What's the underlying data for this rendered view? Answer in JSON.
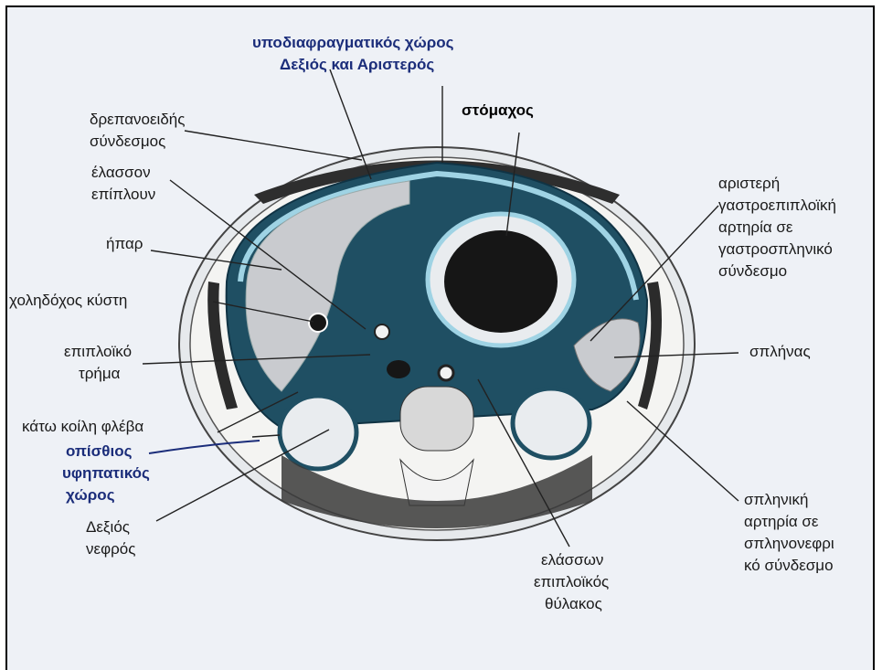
{
  "labels": {
    "subphrenic_1": "υποδιαφραγματικός χώρος",
    "subphrenic_2": "Δεξιός και Αριστερός",
    "stomach": "στόμαχος",
    "falciform_1": "δρεπανοειδής",
    "falciform_2": "σύνδεσμος",
    "lesser_omentum_1": "έλασσον",
    "lesser_omentum_2": "επίπλουν",
    "liver": "ήπαρ",
    "gallbladder": "χοληδόχος κύστη",
    "epiploic_foramen_1": "επιπλοϊκό",
    "epiploic_foramen_2": "τρήμα",
    "ivc": "κάτω κοίλη  φλέβα",
    "posterior_1": "οπίσθιος",
    "posterior_2": "υφηπατικός",
    "posterior_3": "χώρος",
    "right_kidney_1": "Δεξιός",
    "right_kidney_2": "νεφρός",
    "lesser_sac_1": "ελάσσων",
    "lesser_sac_2": "επιπλοϊκός",
    "lesser_sac_3": "θύλακος",
    "left_gastro_1": "αριστερή",
    "left_gastro_2": "γαστροεπιπλοϊκή",
    "left_gastro_3": "αρτηρία σε",
    "left_gastro_4": "γαστροσπληνικό",
    "left_gastro_5": "σύνδεσμο",
    "spleen": "σπλήνας",
    "splenic_artery_1": "σπληνική",
    "splenic_artery_2": "αρτηρία σε",
    "splenic_artery_3": "σπληνονεφρι",
    "splenic_artery_4": "κό σύνδεσμο"
  },
  "colors": {
    "dark_teal": "#1f4f63",
    "light_blue": "#9fd3e4",
    "liver_gray": "#c9cbcf",
    "muscle": "#3a3a3a",
    "skin": "#dfe3e6"
  }
}
